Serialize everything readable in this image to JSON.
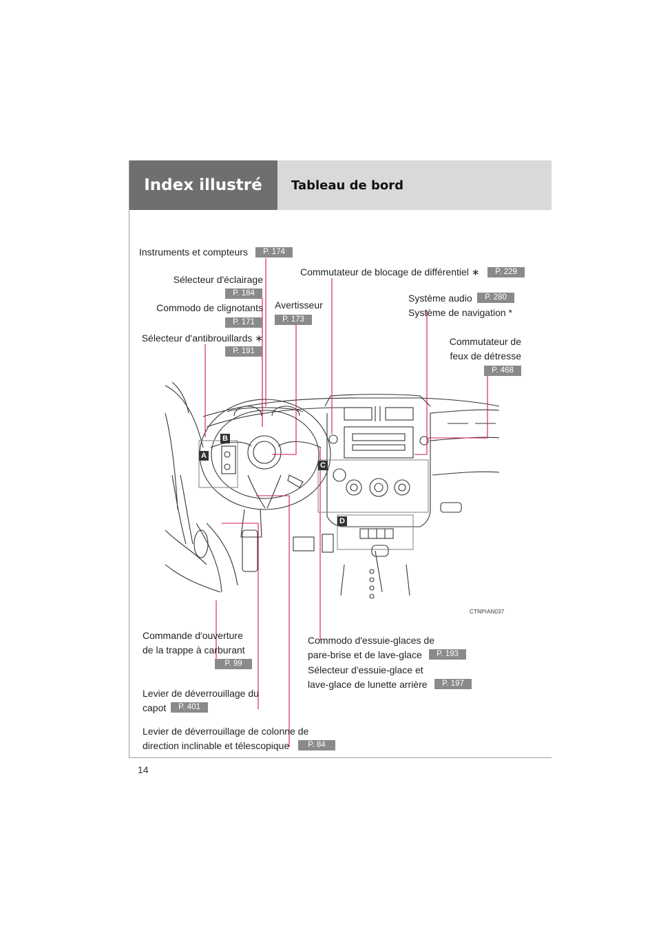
{
  "header": {
    "section": "Index illustré",
    "title": "Tableau de bord"
  },
  "labels": {
    "instruments": {
      "text": "Instruments et compteurs",
      "page": "P. 174"
    },
    "eclairage": {
      "text": "Sélecteur d'éclairage",
      "page": "P. 184"
    },
    "clignotants": {
      "text": "Commodo de clignotants",
      "page": "P. 171"
    },
    "antibrouillards": {
      "text": "Sélecteur d'antibrouillards ∗",
      "page": "P. 191"
    },
    "avertisseur": {
      "text": "Avertisseur",
      "page": "P. 173"
    },
    "differentiel": {
      "text": "Commutateur de blocage de différentiel ∗",
      "page": "P. 229"
    },
    "audio": {
      "line1": "Système audio",
      "line2": "Système de navigation *",
      "page": "P. 280"
    },
    "detresse": {
      "line1": "Commutateur de",
      "line2": "feux de détresse",
      "page": "P. 468"
    },
    "trappe": {
      "line1": "Commande d'ouverture",
      "line2": "de la trappe à carburant",
      "page": "P. 99"
    },
    "capot": {
      "line1": "Levier de déverrouillage du",
      "line2": "capot",
      "page": "P. 401"
    },
    "colonne": {
      "line1": "Levier de déverrouillage de colonne de",
      "line2": "direction inclinable et télescopique",
      "page": "P. 84"
    },
    "essuie": {
      "line1": "Commodo d'essuie-glaces de",
      "line2": "pare-brise et de lave-glace",
      "page1": "P. 193",
      "line3": "Sélecteur d'essuie-glace et",
      "line4": "lave-glace de lunette arrière",
      "page2": "P. 197"
    }
  },
  "figure": {
    "letters": [
      "A",
      "B",
      "C",
      "D"
    ],
    "caption": "CTNPIAN037"
  },
  "page_number": "14"
}
